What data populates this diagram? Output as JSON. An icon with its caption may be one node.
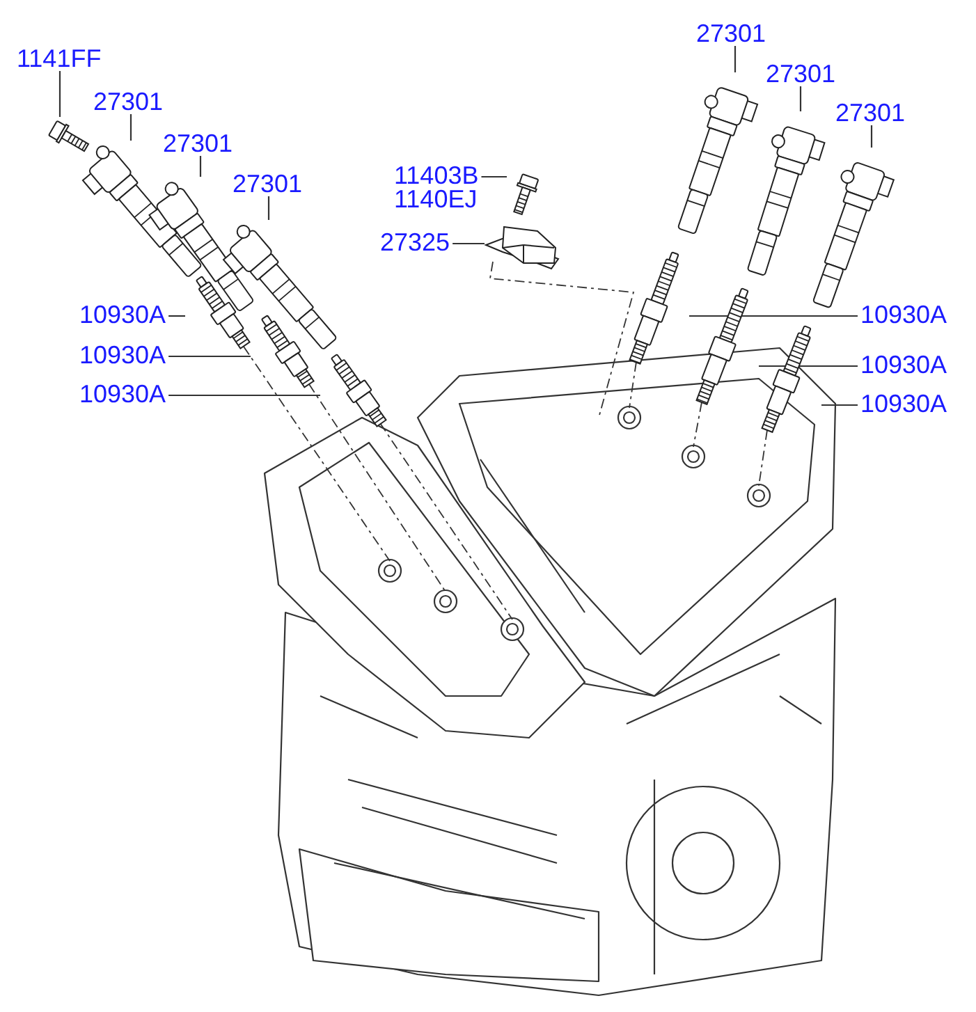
{
  "diagram": {
    "nodes": [
      {
        "text": [
          "1141FF"
        ]
      },
      {
        "text": [],
        "shape": "picture"
      },
      {
        "text": [
          "27301"
        ]
      },
      {
        "text": [],
        "shape": "picture"
      },
      {
        "text": [
          "27301"
        ]
      },
      {
        "text": [],
        "shape": "picture"
      },
      {
        "text": [
          "27301"
        ]
      },
      {
        "text": [],
        "shape": "picture"
      },
      {
        "text": [
          "11403B",
          "1140EJ"
        ]
      },
      {
        "text": [],
        "shape": "picture"
      },
      {
        "text": [
          "27325"
        ]
      },
      {
        "text": [],
        "shape": "picture"
      },
      {
        "text": [
          "27301"
        ]
      },
      {
        "text": [],
        "shape": "picture"
      },
      {
        "text": [
          "27301"
        ]
      },
      {
        "text": [],
        "shape": "picture"
      },
      {
        "text": [
          "27301"
        ]
      },
      {
        "text": [],
        "shape": "picture"
      },
      {
        "text": [
          "10930A"
        ]
      },
      {
        "text": [],
        "shape": "picture"
      },
      {
        "text": [
          "10930A"
        ]
      },
      {
        "text": [],
        "shape": "picture"
      },
      {
        "text": [
          "10930A"
        ]
      },
      {
        "text": [],
        "shape": "picture"
      },
      {
        "text": [
          "10930A"
        ]
      },
      {
        "text": [],
        "shape": "picture"
      },
      {
        "text": [
          "10930A"
        ]
      },
      {
        "text": [],
        "shape": "picture"
      },
      {
        "text": [
          "10930A"
        ]
      },
      {
        "text": [],
        "shape": "picture"
      }
    ],
    "edges": [
      {
        "from": 0,
        "to": 1,
        "arrow": "none"
      },
      {
        "from": 2,
        "to": 3,
        "arrow": "none"
      },
      {
        "from": 4,
        "to": 5,
        "arrow": "none"
      },
      {
        "from": 6,
        "to": 7,
        "arrow": "none"
      },
      {
        "from": 8,
        "to": 9,
        "arrow": "none"
      },
      {
        "from": 10,
        "to": 11,
        "arrow": "none"
      },
      {
        "from": 12,
        "to": 13,
        "arrow": "none"
      },
      {
        "from": 14,
        "to": 15,
        "arrow": "none"
      },
      {
        "from": 16,
        "to": 17,
        "arrow": "none"
      },
      {
        "from": 18,
        "to": 19,
        "arrow": "none"
      },
      {
        "from": 20,
        "to": 21,
        "arrow": "none"
      },
      {
        "from": 22,
        "to": 23,
        "arrow": "none"
      },
      {
        "from": 24,
        "to": 25,
        "arrow": "none"
      },
      {
        "from": 26,
        "to": 27,
        "arrow": "none"
      },
      {
        "from": 28,
        "to": 29,
        "arrow": "none"
      }
    ]
  }
}
